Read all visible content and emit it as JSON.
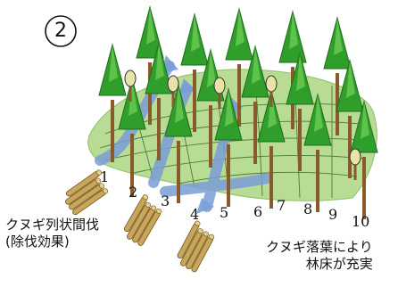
{
  "step_badge": "2",
  "row_numbers": [
    "1",
    "2",
    "3",
    "4",
    "5",
    "6",
    "7",
    "8",
    "9",
    "10"
  ],
  "caption_left": {
    "line1": "クヌギ列状間伐",
    "line2": "(除伐効果)"
  },
  "caption_right": {
    "line1": "クヌギ落葉により",
    "line2": "林床が充実"
  },
  "colors": {
    "conifer_green": "#2f9e2a",
    "conifer_highlight": "#5fc24a",
    "trunk_brown": "#8a5a2b",
    "ground_green": "#b9dc95",
    "arrow_blue": "#7a9ed6",
    "log_tan": "#c9a65a"
  }
}
